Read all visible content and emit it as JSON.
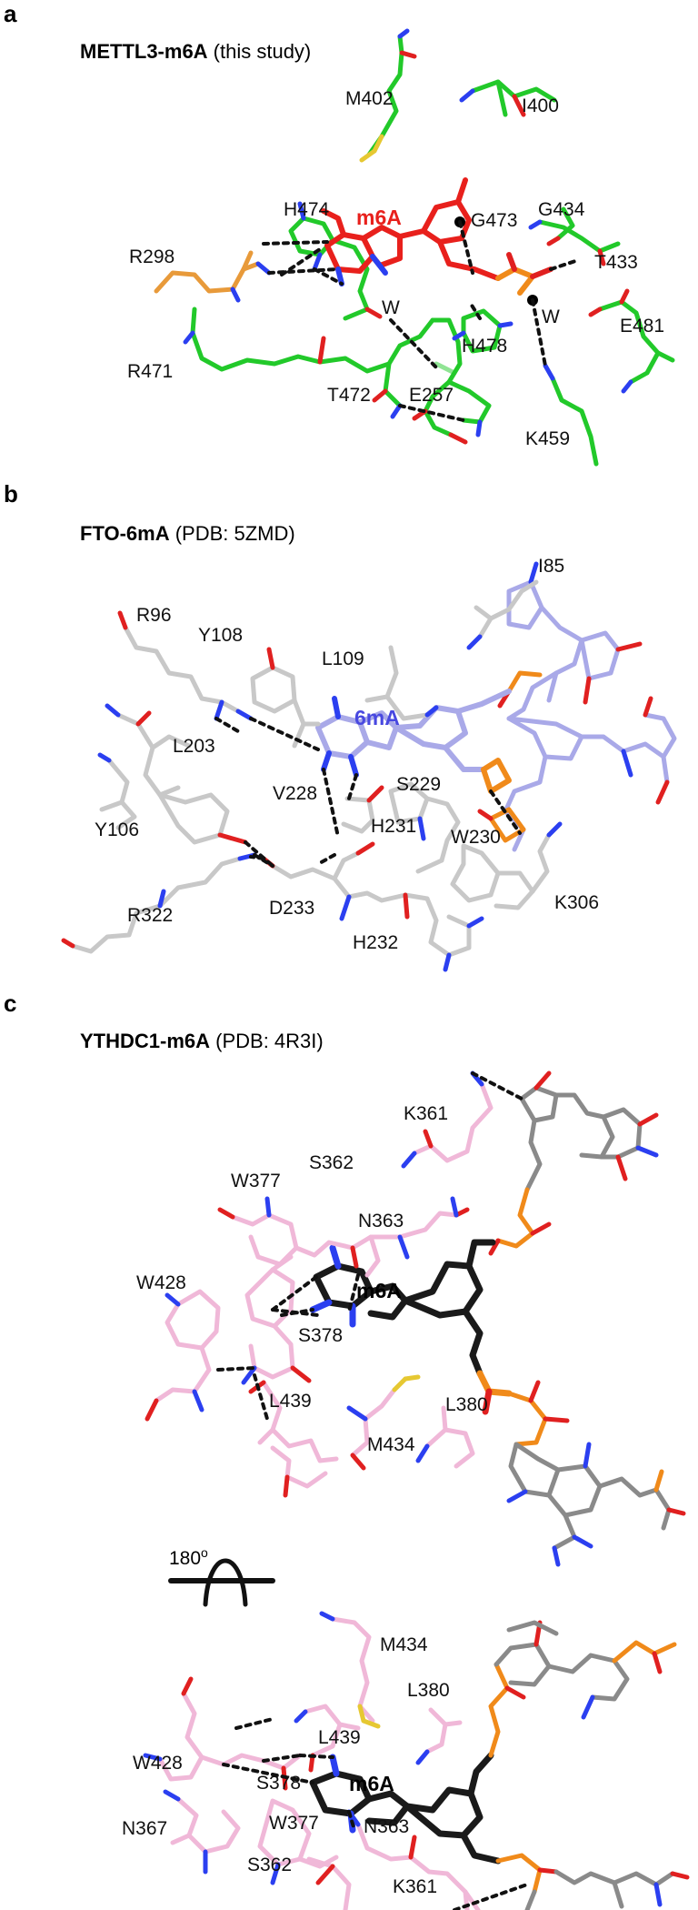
{
  "panels": [
    {
      "letter": "a",
      "title_bold": "METTL3-m6A",
      "title_rest": " (this study)",
      "ligand": "m6A",
      "residues": [
        "M402",
        "I400",
        "H474",
        "G434",
        "R298",
        "T433",
        "G473",
        "W",
        "W",
        "E481",
        "H478",
        "R471",
        "T472",
        "E257",
        "K459"
      ]
    },
    {
      "letter": "b",
      "title_bold": "FTO-6mA",
      "title_rest": " (PDB: 5ZMD)",
      "ligand": "6mA",
      "residues": [
        "I85",
        "R96",
        "Y108",
        "L109",
        "L203",
        "V228",
        "S229",
        "Y106",
        "H231",
        "W230",
        "R322",
        "D233",
        "K306",
        "H232"
      ]
    },
    {
      "letter": "c",
      "title_bold": "YTHDC1-m6A",
      "title_rest": " (PDB: 4R3I)",
      "ligand": "m6A",
      "ligand2": "m6A",
      "residues_top": [
        "K361",
        "S362",
        "W377",
        "N363",
        "W428",
        "S378",
        "L439",
        "L380",
        "M434"
      ],
      "rotation": "180",
      "rotation_sup": "o",
      "residues_bottom": [
        "M434",
        "L380",
        "L439",
        "W428",
        "S378",
        "N367",
        "W377",
        "N363",
        "S362",
        "K361"
      ]
    }
  ],
  "colors": {
    "mettl3_carbon": "#22c92a",
    "r298_carbon": "#e89a3a",
    "m6a_red": "#e8201c",
    "fto_carbon": "#c8c8c8",
    "fto_dna": "#a9a9e8",
    "ythdc1_carbon": "#f0b8d8",
    "ligand_black": "#1a1a1a",
    "rna_grey": "#8a8a8a",
    "nitrogen": "#2b3ff0",
    "oxygen": "#e02020",
    "phosphorus": "#f08a1a",
    "sulfur": "#e6c832"
  }
}
